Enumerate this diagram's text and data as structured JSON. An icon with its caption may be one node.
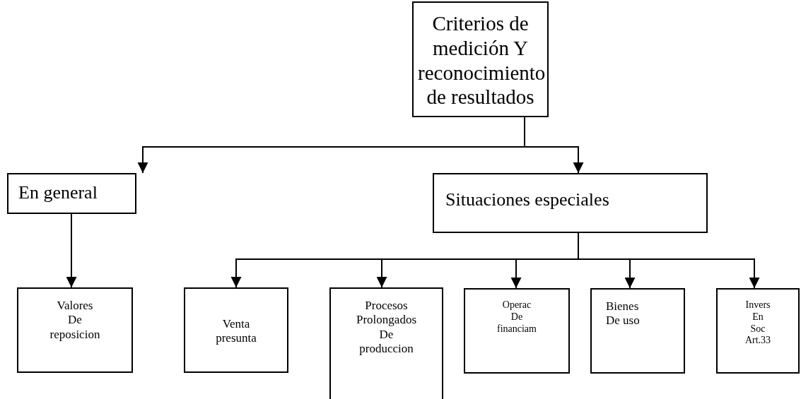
{
  "diagram": {
    "nodes": [
      {
        "text": [
          "Criterios de medición Y reconocimiento de resultados"
        ]
      },
      {
        "text": [
          "En general"
        ]
      },
      {
        "text": [
          "Situaciones especiales"
        ]
      },
      {
        "text": [
          "Valores De reposicion"
        ]
      },
      {
        "text": [
          "Venta presunta"
        ]
      },
      {
        "text": [
          "Procesos Prolongados De produccion"
        ]
      },
      {
        "text": [
          "Operac De financiam"
        ]
      },
      {
        "text": [
          "Bienes De uso"
        ]
      },
      {
        "text": [
          "Invers En Soc Art.33"
        ]
      }
    ],
    "edges": [
      {
        "from": 0,
        "to": 1,
        "arrow": "to"
      },
      {
        "from": 0,
        "to": 2,
        "arrow": "to"
      },
      {
        "from": 1,
        "to": 3,
        "arrow": "to"
      },
      {
        "from": 2,
        "to": 4,
        "arrow": "to"
      },
      {
        "from": 2,
        "to": 5,
        "arrow": "to"
      },
      {
        "from": 2,
        "to": 6,
        "arrow": "to"
      },
      {
        "from": 2,
        "to": 7,
        "arrow": "to"
      },
      {
        "from": 2,
        "to": 8,
        "arrow": "to"
      }
    ]
  }
}
